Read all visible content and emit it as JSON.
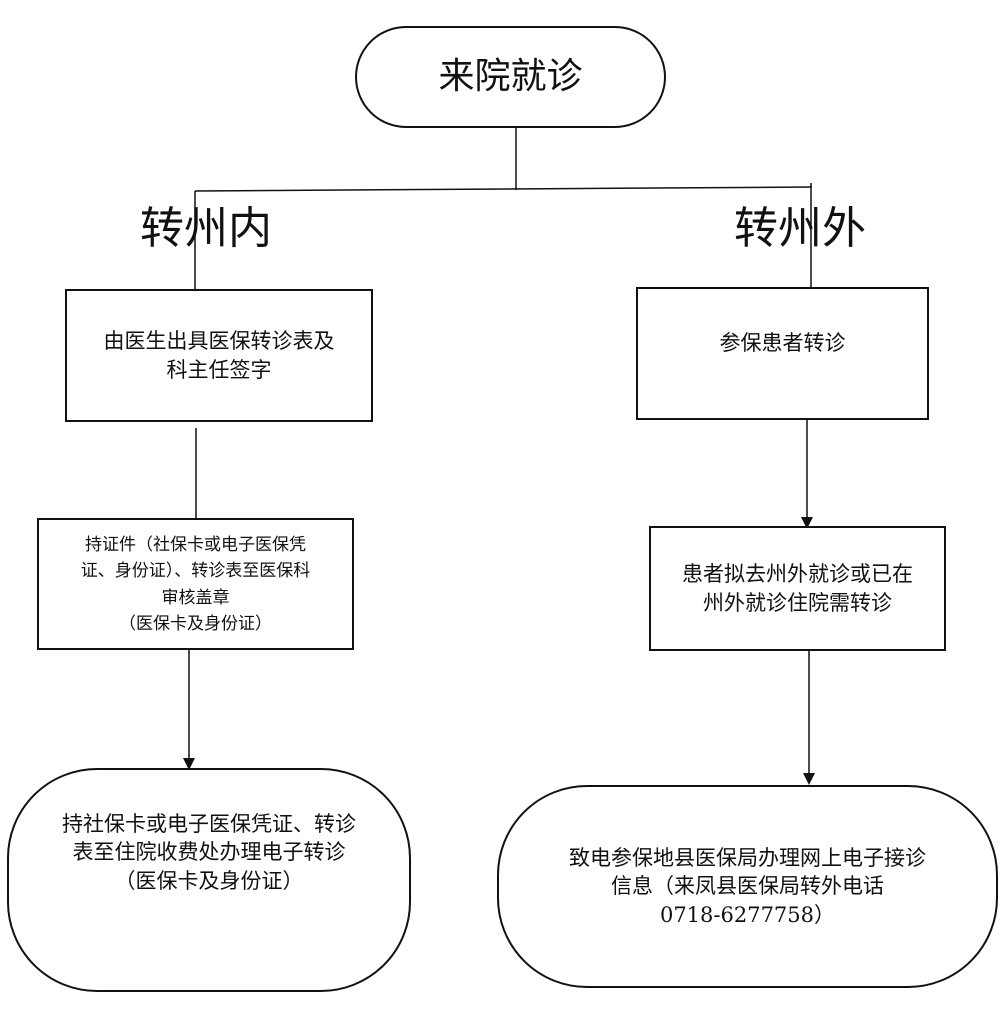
{
  "start": {
    "label": "来院就诊"
  },
  "branches": {
    "left": {
      "label": "转州内"
    },
    "right": {
      "label": "转州外"
    }
  },
  "left_flow": {
    "step1": {
      "line1": "由医生出具医保转诊表及",
      "line2": "科主任签字"
    },
    "step2": {
      "line1": "持证件（社保卡或电子医保凭",
      "line2": "证、身份证）、转诊表至医保科",
      "line3": "审核盖章",
      "line4": "（医保卡及身份证）"
    },
    "end": {
      "line1": "持社保卡或电子医保凭证、转诊",
      "line2": "表至住院收费处办理电子转诊",
      "line3": "（医保卡及身份证）"
    }
  },
  "right_flow": {
    "step1": {
      "line1": "参保患者转诊"
    },
    "step2": {
      "line1": "患者拟去州外就诊或已在",
      "line2": "州外就诊住院需转诊"
    },
    "end": {
      "line1": "致电参保地县医保局办理网上电子接诊",
      "line2": "信息（来凤县医保局转外电话",
      "line3": "0718-6277758）"
    }
  }
}
